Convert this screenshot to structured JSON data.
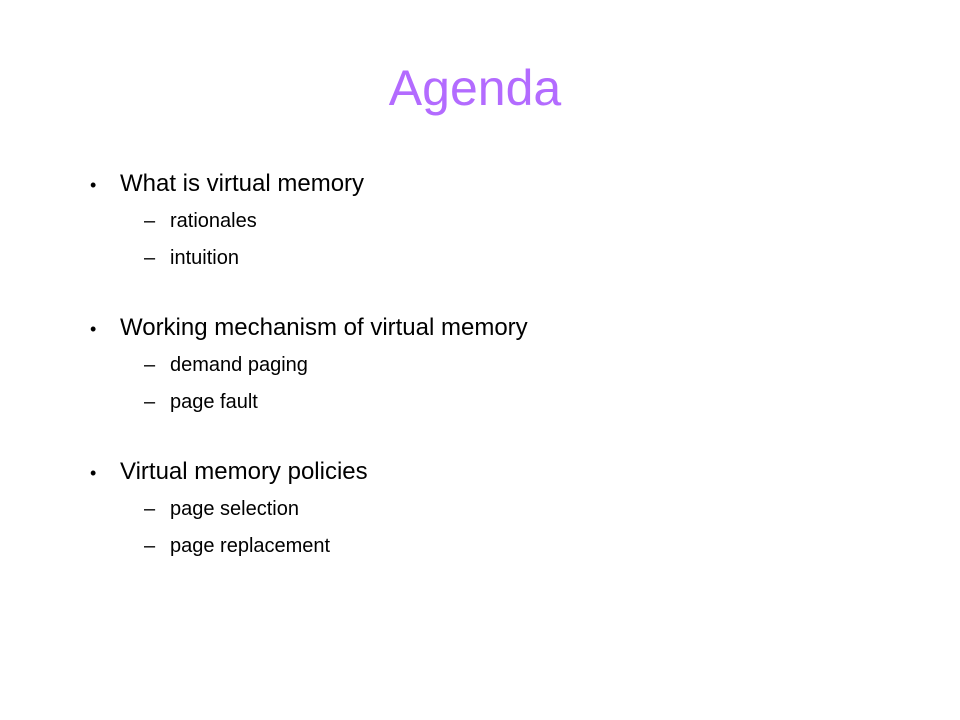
{
  "slide": {
    "title": "Agenda",
    "title_color": "#b36bff",
    "bullet_glyph": "•",
    "dash_glyph": "–",
    "sections": [
      {
        "text": "What is virtual memory",
        "subitems": [
          "rationales",
          "intuition"
        ]
      },
      {
        "text": "Working mechanism of virtual memory",
        "subitems": [
          "demand paging",
          "page fault"
        ]
      },
      {
        "text": "Virtual memory policies",
        "subitems": [
          "page selection",
          "page replacement"
        ]
      }
    ]
  }
}
